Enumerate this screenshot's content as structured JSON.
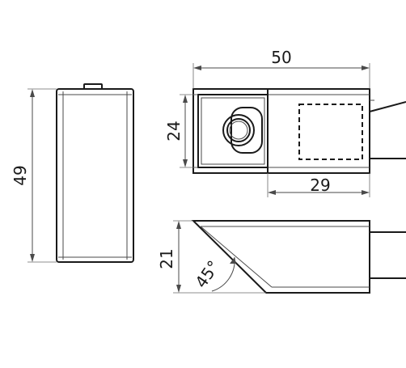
{
  "dimensions": {
    "height": "49",
    "width": "50",
    "opening_height": "24",
    "body_length": "29",
    "tip_height": "21",
    "tip_angle": "45°"
  },
  "colors": {
    "line": "#1a1a1a",
    "dimension_line": "#4a4a4a",
    "background": "#ffffff"
  }
}
